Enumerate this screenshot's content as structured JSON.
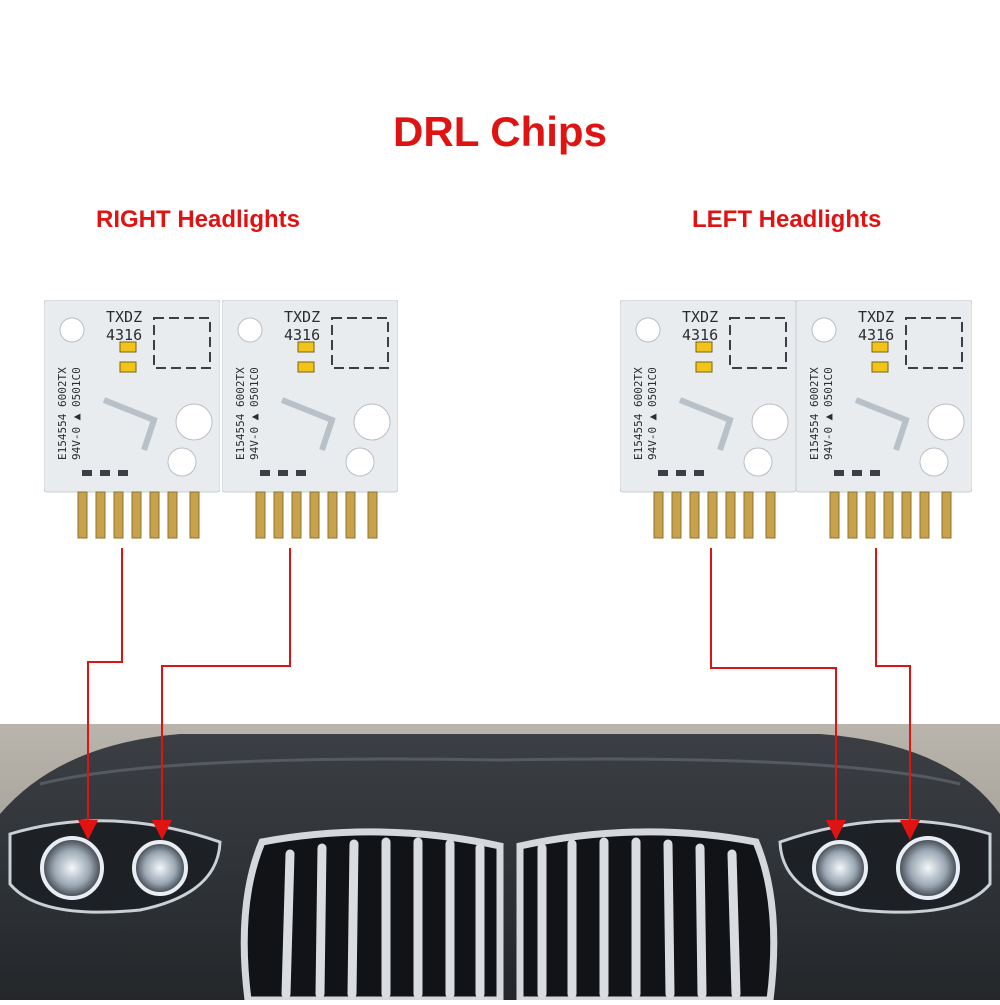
{
  "title": "DRL Chips",
  "groups": {
    "right": {
      "label": "RIGHT Headlights"
    },
    "left": {
      "label": "LEFT Headlights"
    }
  },
  "board": {
    "model": "TXDZ",
    "code": "4316",
    "side_text_1": "E154554  6002TX",
    "side_text_2": "94V-0 ▲ 0501C0"
  },
  "colors": {
    "accent": "#e01313",
    "board": "#e9ecef",
    "led": "#f2c318",
    "pins": "#c8a24a",
    "car": "#2d3135"
  }
}
